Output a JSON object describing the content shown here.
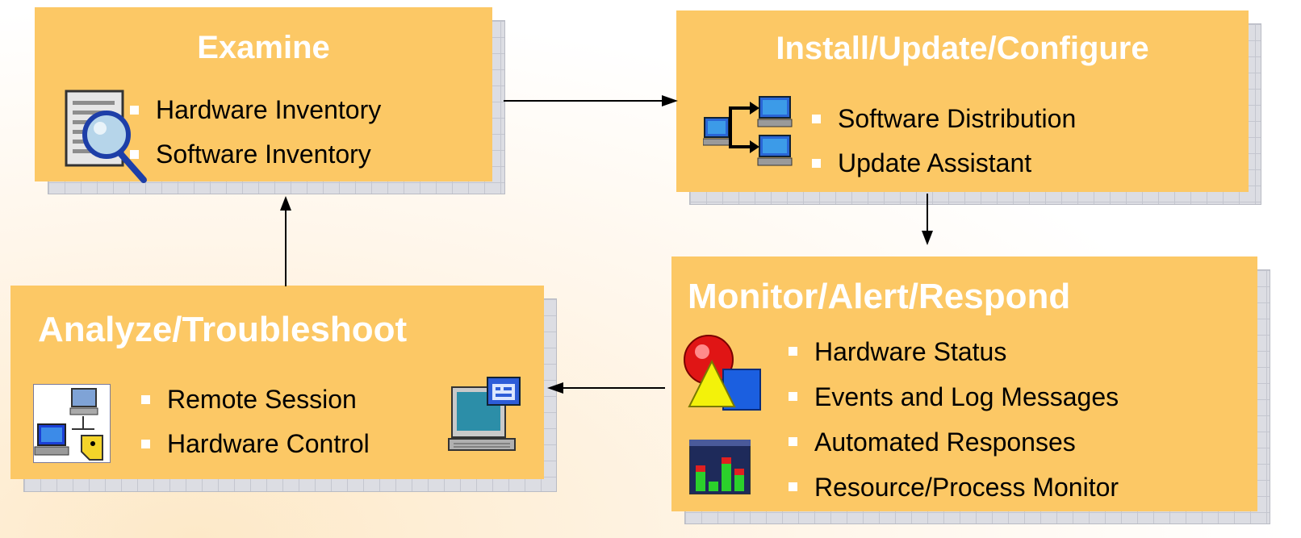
{
  "examine": {
    "title": "Examine",
    "items": [
      "Hardware Inventory",
      "Software Inventory"
    ]
  },
  "install": {
    "title": "Install/Update/Configure",
    "items": [
      "Software Distribution",
      "Update Assistant"
    ]
  },
  "monitor": {
    "title": "Monitor/Alert/Respond",
    "items": [
      "Hardware Status",
      "Events and Log Messages",
      "Automated Responses",
      "Resource/Process Monitor"
    ]
  },
  "analyze": {
    "title": "Analyze/Troubleshoot",
    "items": [
      "Remote Session",
      "Hardware Control"
    ]
  },
  "colors": {
    "box_fill": "#fcc865",
    "title_text": "#ffffff",
    "bullet": "#ffffff"
  },
  "icons": [
    "inventory-magnifier-icon",
    "software-distribution-network-icon",
    "alert-shapes-icon",
    "resource-monitor-bars-icon",
    "remote-session-icon",
    "hardware-control-monitor-icon"
  ]
}
